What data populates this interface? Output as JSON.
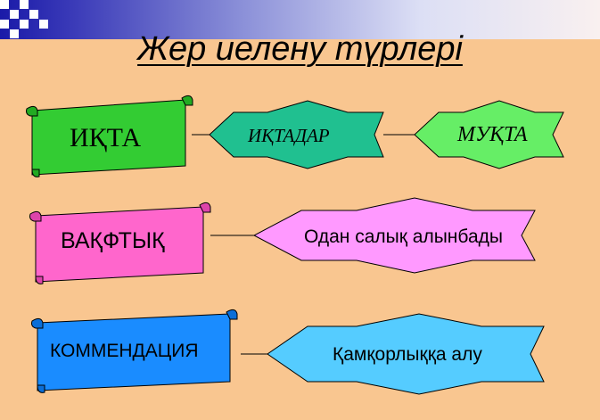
{
  "title": "Жер иелену түрлері",
  "rows": [
    {
      "scroll": "ИҚТА",
      "scroll_color": "#33cc33",
      "stars": [
        {
          "text": "ИҚТАДАР",
          "color": "#20c090"
        },
        {
          "text": "МУҚТА",
          "color": "#66ee66"
        }
      ]
    },
    {
      "scroll": "ВАҚФТЫҚ",
      "scroll_color": "#ff66cc",
      "stars": [
        {
          "text": "Одан салық алынбады",
          "color": "#ff99ff"
        }
      ]
    },
    {
      "scroll": "КОММЕНДАЦИЯ",
      "scroll_color": "#1a8cff",
      "stars": [
        {
          "text": "Қамқорлыққа алу",
          "color": "#55ccff"
        }
      ]
    }
  ]
}
